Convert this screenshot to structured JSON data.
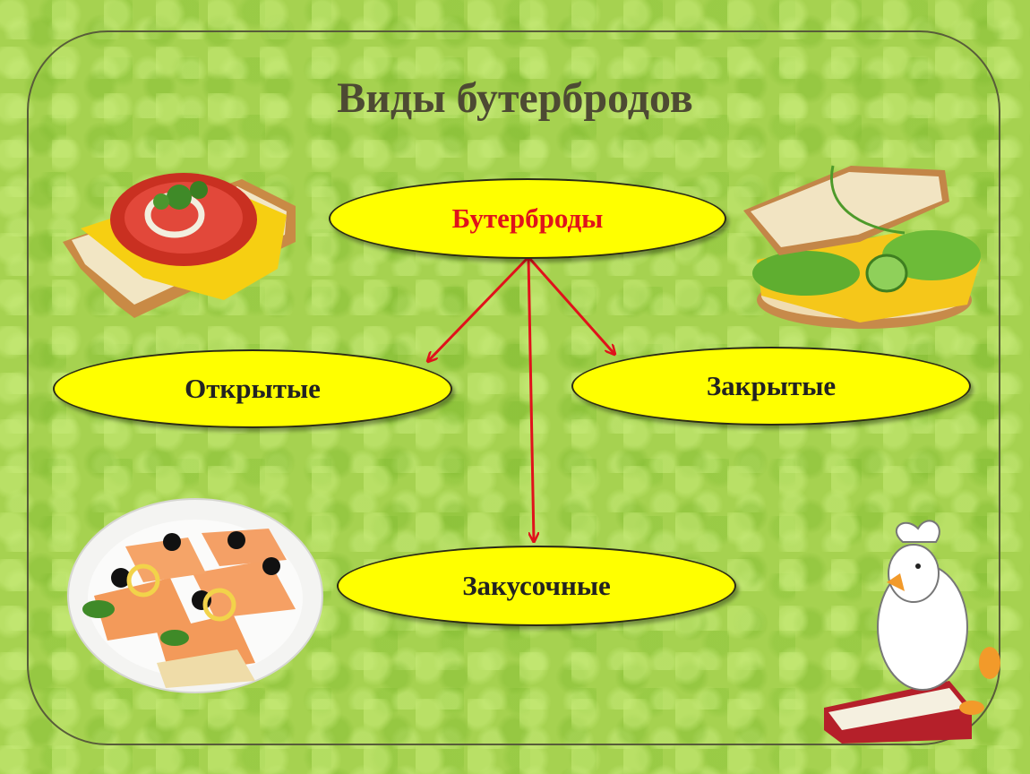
{
  "title": "Виды бутербродов",
  "nodes": {
    "root": "Бутерброды",
    "open": "Открытые",
    "closed": "Закрытые",
    "snack": "Закусочные"
  },
  "colors": {
    "arrow": "#e0121b",
    "oval_fill": "#ffff00",
    "root_text": "#e0121b",
    "title_text": "#4d4a33"
  }
}
